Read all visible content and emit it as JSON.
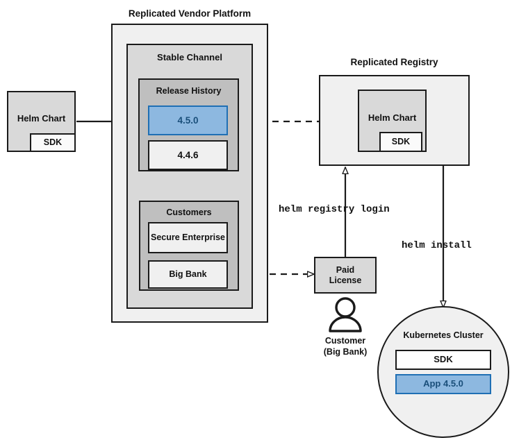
{
  "diagram": {
    "title_vendor_platform": "Replicated Vendor Platform",
    "title_registry": "Replicated Registry",
    "stable_channel_label": "Stable Channel",
    "release_history_label": "Release History",
    "customers_label": "Customers",
    "source_helm_chart": {
      "name": "Helm Chart",
      "sdk": "SDK"
    },
    "releases": [
      {
        "version": "4.5.0",
        "highlighted": true
      },
      {
        "version": "4.4.6",
        "highlighted": false
      }
    ],
    "customers": [
      {
        "name": "Secure Enterprise"
      },
      {
        "name": "Big Bank"
      }
    ],
    "registry_helm_chart": {
      "name": "Helm Chart",
      "sdk": "SDK"
    },
    "paid_license": "Paid\nLicense",
    "paid_license_line1": "Paid",
    "paid_license_line2": "License",
    "customer_caption_line1": "Customer",
    "customer_caption_line2": "(Big Bank)",
    "commands": {
      "registry_login": "helm registry login",
      "install": "helm install"
    },
    "cluster": {
      "label": "Kubernetes Cluster",
      "sdk": "SDK",
      "app": "App 4.5.0"
    },
    "colors": {
      "highlight_fill": "#8db8e0",
      "highlight_stroke": "#1f6fb4",
      "highlight_text": "#1a4f7a",
      "outer_container": "#f0f0f0",
      "mid_container": "#d9d9d9",
      "inner_container": "#bfbfbf",
      "box_light": "#f0f0f0",
      "box_gray": "#d9d9d9",
      "stroke": "#1a1a1a"
    }
  }
}
